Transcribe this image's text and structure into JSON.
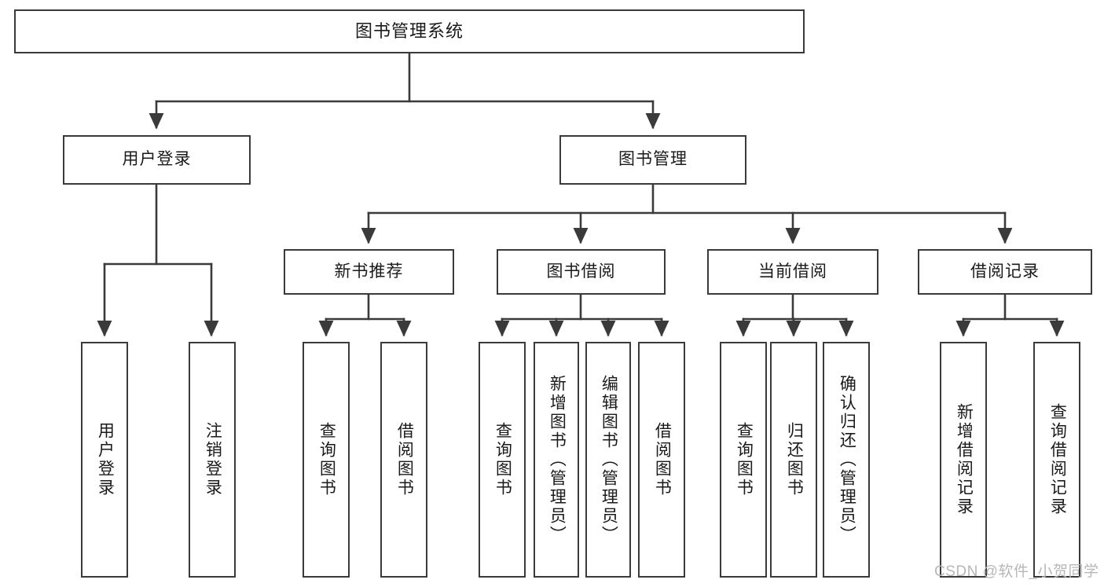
{
  "diagram": {
    "type": "tree",
    "title": "图书管理系统",
    "watermark": "CSDN @软件_小贺同学",
    "colors": {
      "box_border": "#3a3a3a",
      "box_fill": "#ffffff",
      "connector": "#3a3a3a",
      "text": "#1a1a1a",
      "watermark": "#b7b7b7",
      "background": "#ffffff"
    },
    "nodes": {
      "root": {
        "label": "图书管理系统"
      },
      "level2": [
        {
          "id": "user-login",
          "label": "用户登录"
        },
        {
          "id": "book-management",
          "label": "图书管理"
        }
      ],
      "level3": [
        {
          "id": "new-book-recommend",
          "label": "新书推荐"
        },
        {
          "id": "book-borrow",
          "label": "图书借阅"
        },
        {
          "id": "current-borrow",
          "label": "当前借阅"
        },
        {
          "id": "borrow-record",
          "label": "借阅记录"
        }
      ],
      "leaves": {
        "user_login": [
          {
            "id": "leaf-user-login",
            "label": "用户登录"
          },
          {
            "id": "leaf-user-logout",
            "label": "注销登录"
          }
        ],
        "new_book_recommend": [
          {
            "id": "leaf-query-book-1",
            "label": "查询图书"
          },
          {
            "id": "leaf-borrow-book-1",
            "label": "借阅图书"
          }
        ],
        "book_borrow": [
          {
            "id": "leaf-query-book-2",
            "label": "查询图书"
          },
          {
            "id": "leaf-add-book",
            "label": "新增图书（管理员）"
          },
          {
            "id": "leaf-edit-book",
            "label": "编辑图书（管理员）"
          },
          {
            "id": "leaf-borrow-book-2",
            "label": "借阅图书"
          }
        ],
        "current_borrow": [
          {
            "id": "leaf-query-book-3",
            "label": "查询图书"
          },
          {
            "id": "leaf-return-book",
            "label": "归还图书"
          },
          {
            "id": "leaf-confirm-return",
            "label": "确认归还（管理员）"
          }
        ],
        "borrow_record": [
          {
            "id": "leaf-add-record",
            "label": "新增借阅记录"
          },
          {
            "id": "leaf-query-record",
            "label": "查询借阅记录"
          }
        ]
      }
    },
    "edges": [
      {
        "from": "图书管理系统",
        "to": "用户登录"
      },
      {
        "from": "图书管理系统",
        "to": "图书管理"
      },
      {
        "from": "用户登录",
        "to": "用户登录"
      },
      {
        "from": "用户登录",
        "to": "注销登录"
      },
      {
        "from": "图书管理",
        "to": "新书推荐"
      },
      {
        "from": "图书管理",
        "to": "图书借阅"
      },
      {
        "from": "图书管理",
        "to": "当前借阅"
      },
      {
        "from": "图书管理",
        "to": "借阅记录"
      },
      {
        "from": "新书推荐",
        "to": "查询图书"
      },
      {
        "from": "新书推荐",
        "to": "借阅图书"
      },
      {
        "from": "图书借阅",
        "to": "查询图书"
      },
      {
        "from": "图书借阅",
        "to": "新增图书（管理员）"
      },
      {
        "from": "图书借阅",
        "to": "编辑图书（管理员）"
      },
      {
        "from": "图书借阅",
        "to": "借阅图书"
      },
      {
        "from": "当前借阅",
        "to": "查询图书"
      },
      {
        "from": "当前借阅",
        "to": "归还图书"
      },
      {
        "from": "当前借阅",
        "to": "确认归还（管理员）"
      },
      {
        "from": "借阅记录",
        "to": "新增借阅记录"
      },
      {
        "from": "借阅记录",
        "to": "查询借阅记录"
      }
    ]
  }
}
